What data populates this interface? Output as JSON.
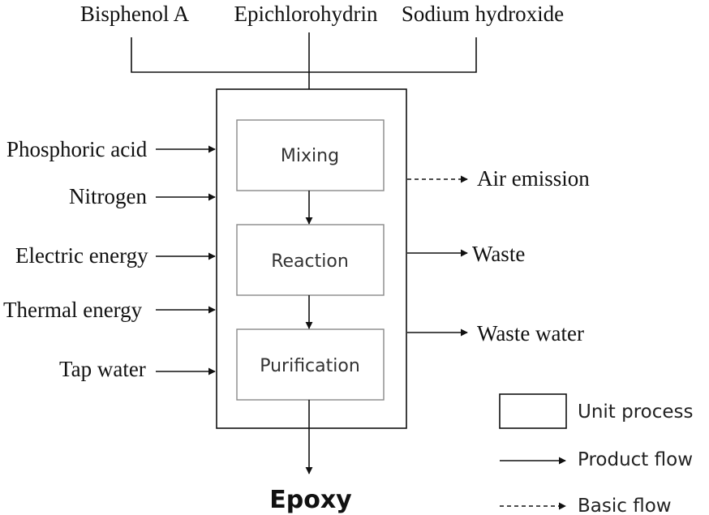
{
  "raw_materials": [
    "Bisphenol A",
    "Epichlorohydrin",
    "Sodium hydroxide"
  ],
  "inputs": [
    "Phosphoric acid",
    "Nitrogen",
    "Electric energy",
    "Thermal  energy",
    "Tap water"
  ],
  "unit_processes": [
    "Mixing",
    "Reaction",
    "Purification"
  ],
  "outputs": {
    "air_emission": "Air emission",
    "waste": "Waste",
    "waste_water": "Waste water"
  },
  "product": "Epoxy",
  "legend": {
    "unit_process": "Unit process",
    "product_flow": "Product flow",
    "basic_flow": "Basic flow"
  }
}
